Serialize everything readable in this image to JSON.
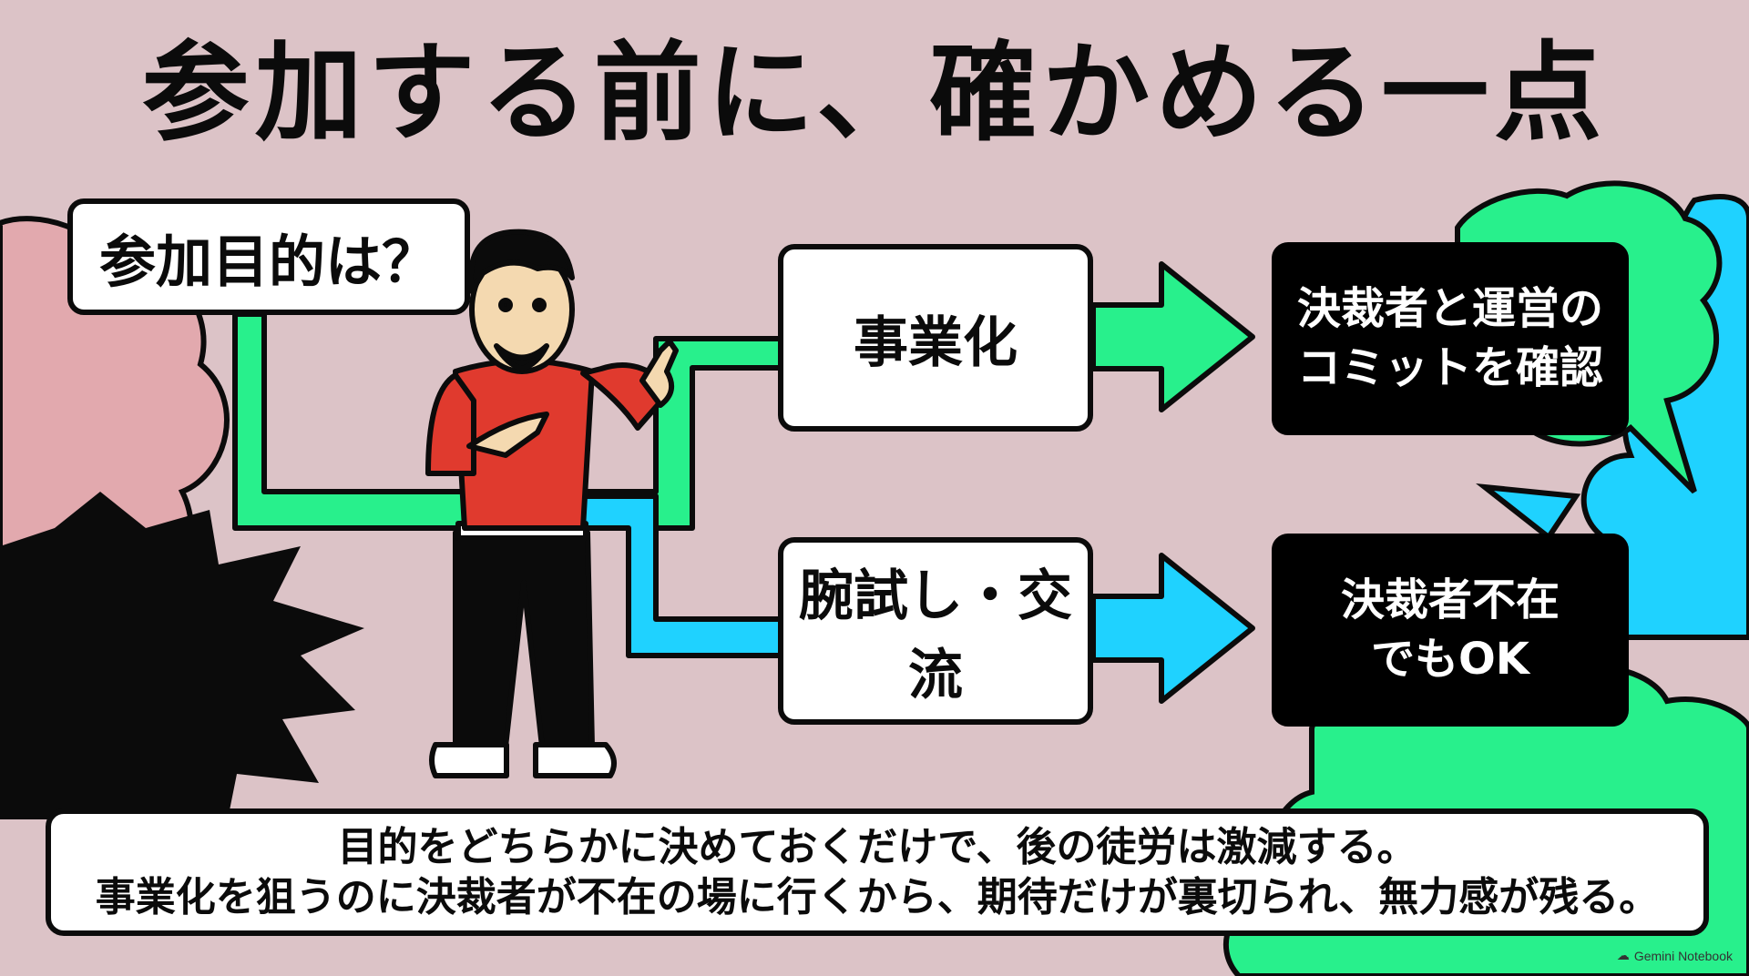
{
  "title": "参加する前に、確かめる一点",
  "question": "参加目的は？",
  "options": [
    {
      "label": "事業化",
      "result_lines": [
        "決裁者と運営の",
        "コミットを確認"
      ]
    },
    {
      "label": "腕試し・交流",
      "result_lines": [
        "決裁者不在",
        "でもOK"
      ]
    }
  ],
  "summary_lines": [
    "目的をどちらかに決めておくだけで、後の徒労は激減する。",
    "事業化を狙うのに決裁者が不在の場に行くから、期待だけが裏切られ、無力感が残る。"
  ],
  "watermark": "Gemini Notebook",
  "colors": {
    "background": "#dcc3c7",
    "green_path": "#28f08c",
    "blue_path": "#1fd2ff",
    "sweater": "#e03a2e",
    "ink": "#0b0b0b"
  },
  "icons": [
    "person-pointing-illustration",
    "speech-bubble-icon",
    "arrow-right-icon"
  ]
}
